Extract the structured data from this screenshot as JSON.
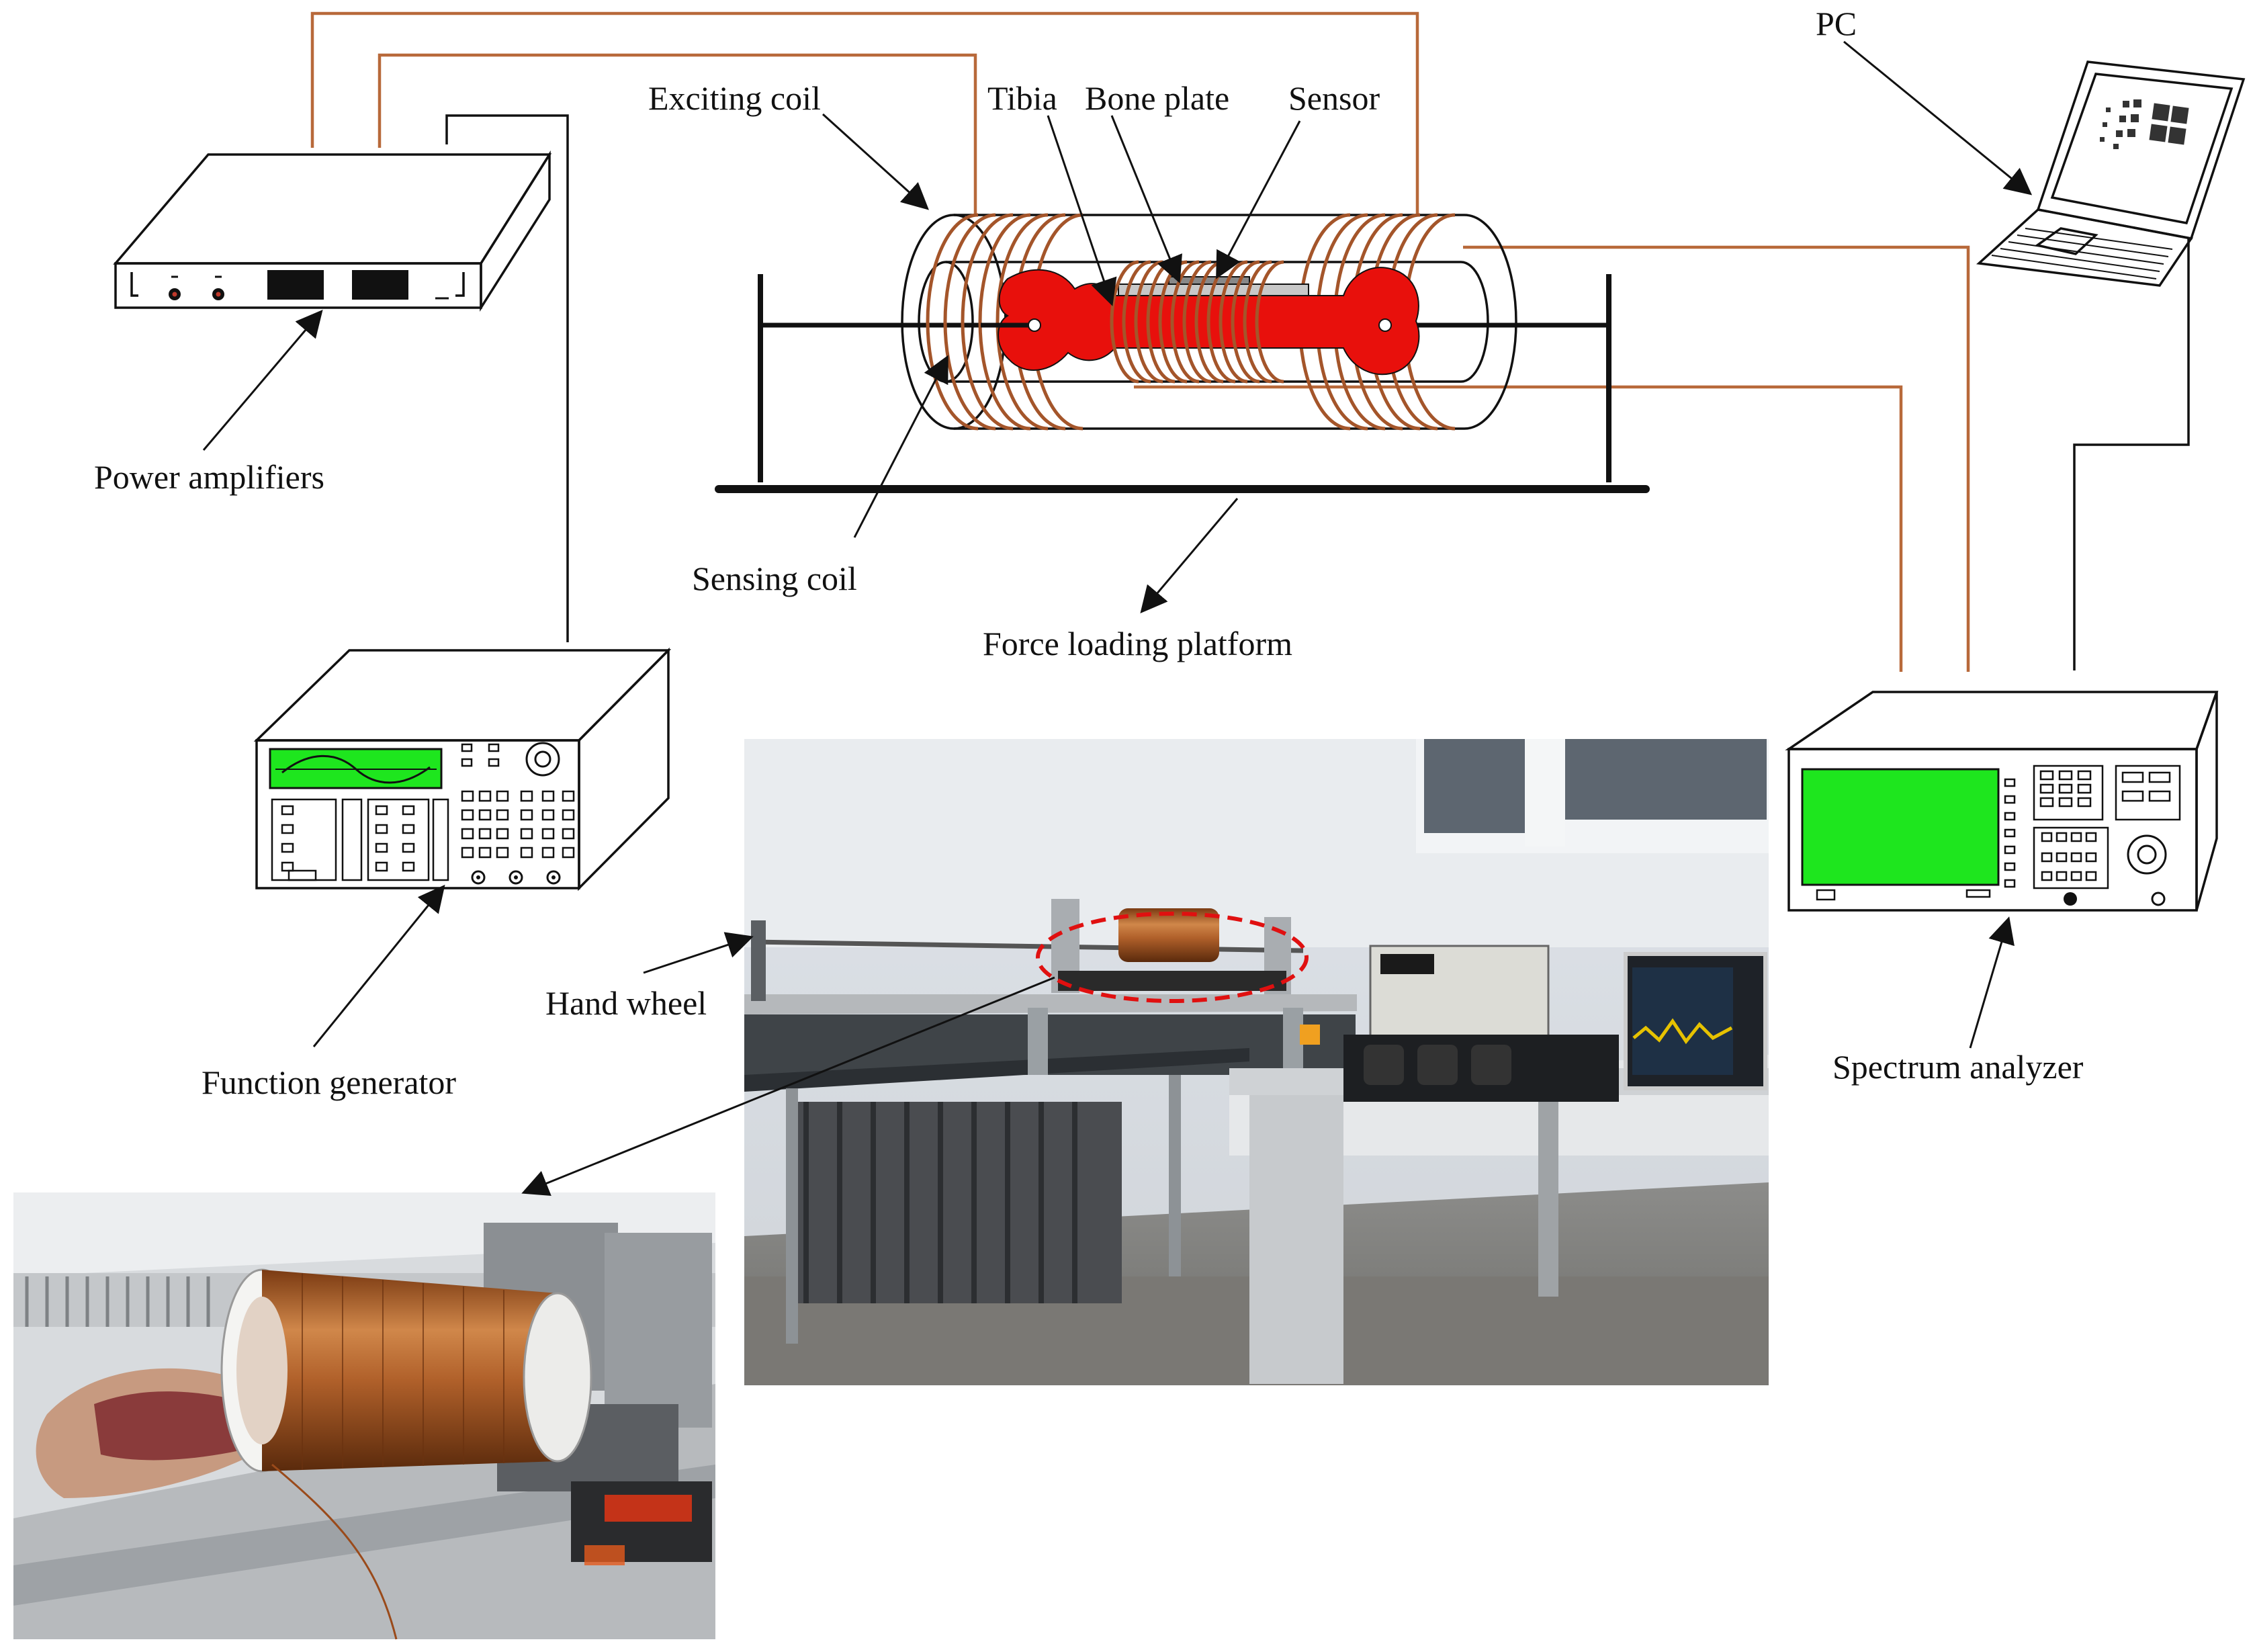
{
  "labels": {
    "exciting_coil": "Exciting coil",
    "tibia": "Tibia",
    "bone_plate": "Bone plate",
    "sensor": "Sensor",
    "pc": "PC",
    "power_amplifiers": "Power amplifiers",
    "sensing_coil": "Sensing coil",
    "force_loading_platform": "Force loading platform",
    "function_generator": "Function generator",
    "hand_wheel": "Hand wheel",
    "spectrum_analyzer": "Spectrum analyzer"
  },
  "colors": {
    "wire": "#b8693a",
    "coil": "#a4552a",
    "bone": "#e8100c",
    "screen": "#1ee61e",
    "line": "#111111",
    "highlight_ellipse": "#e01010"
  },
  "icons": {
    "power_amplifier": "rack-amplifier-icon",
    "function_generator": "function-generator-icon",
    "spectrum_analyzer": "spectrum-analyzer-icon",
    "pc": "laptop-icon",
    "photo_setup": "lab-photo",
    "photo_coil": "coil-photo"
  }
}
